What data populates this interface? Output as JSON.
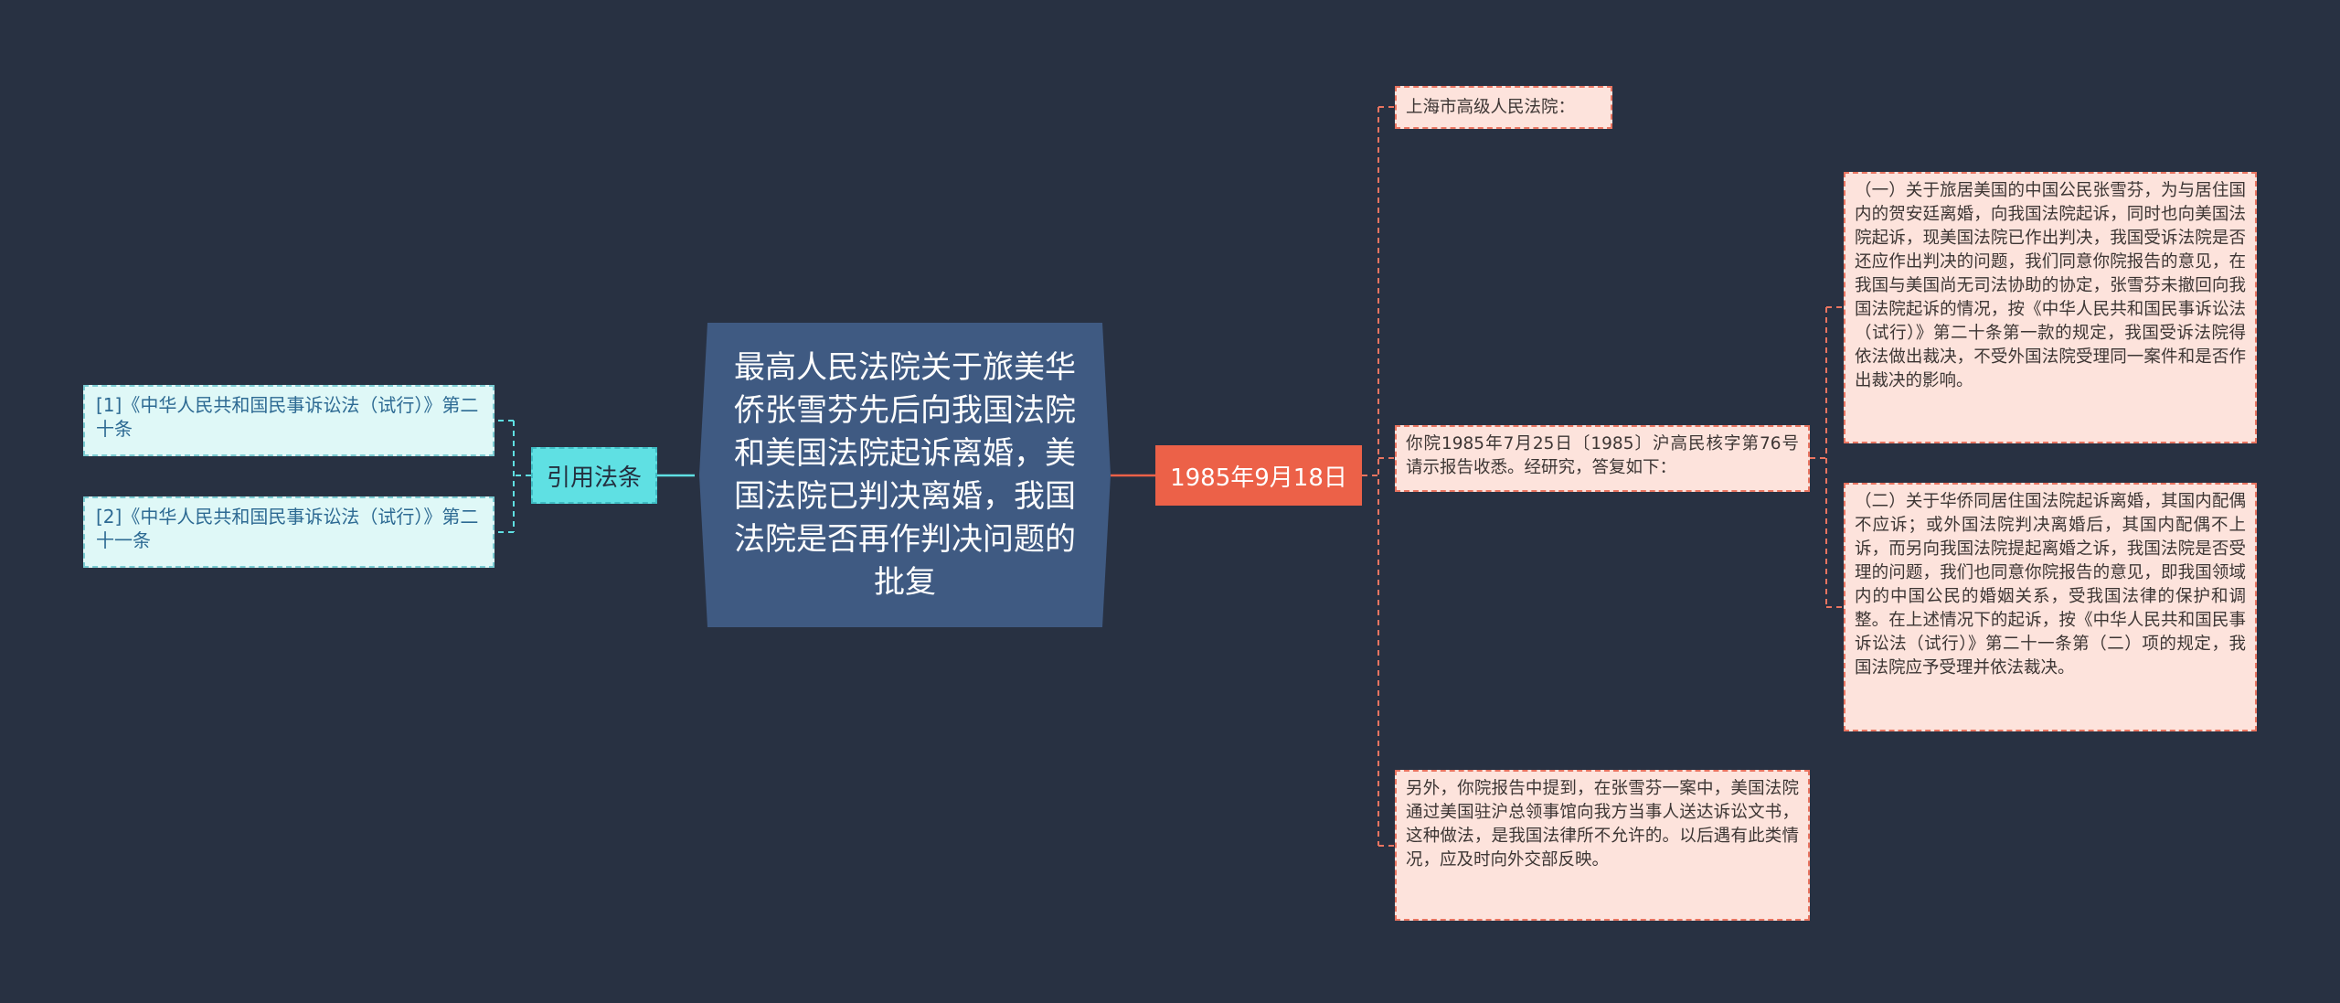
{
  "center_title": "最高人民法院关于旅美华侨张雪芬先后向我国法院和美国法院起诉离婚，美国法院已判决离婚，我国法院是否再作判决问题的批复",
  "date": "1985年9月18日",
  "law_label": "引用法条",
  "laws": [
    "[1]《中华人民共和国民事诉讼法（试行）》第二十条",
    "[2]《中华人民共和国民事诉讼法（试行）》第二十一条"
  ],
  "leaves": {
    "court": "上海市高级人民法院：",
    "reply": "你院1985年7月25日〔1985〕沪高民核字第76号请示报告收悉。经研究，答复如下：",
    "extra": "另外，你院报告中提到，在张雪芬一案中，美国法院通过美国驻沪总领事馆向我方当事人送达诉讼文书，这种做法，是我国法律所不允许的。以后遇有此类情况，应及时向外交部反映。",
    "point_one": "（一）关于旅居美国的中国公民张雪芬，为与居住国内的贺安廷离婚，向我国法院起诉，同时也向美国法院起诉，现美国法院已作出判决，我国受诉法院是否还应作出判决的问题，我们同意你院报告的意见，在我国与美国尚无司法协助的协定，张雪芬未撤回向我国法院起诉的情况，按《中华人民共和国民事诉讼法（试行）》第二十条第一款的规定，我国受诉法院得依法做出裁决，不受外国法院受理同一案件和是否作出裁决的影响。",
    "point_two": "（二）关于华侨同居住国法院起诉离婚，其国内配偶不应诉；或外国法院判决离婚后，其国内配偶不上诉，而另向我国法院提起离婚之诉，我国法院是否受理的问题，我们也同意你院报告的意见，即我国领域内的中国公民的婚姻关系，受我国法律的保护和调整。在上述情况下的起诉，按《中华人民共和国民事诉讼法（试行）》第二十一条第（二）项的规定，我国法院应予受理并依法裁决。"
  },
  "colors": {
    "background": "#283142",
    "center": "#3f5a82",
    "date": "#ec6148",
    "law_label": "#5fe0e3",
    "law_box": "#dff8f7",
    "leaf_box": "#fde3dc",
    "connector_left": "#5fe0e3",
    "connector_right": "#e97460"
  }
}
